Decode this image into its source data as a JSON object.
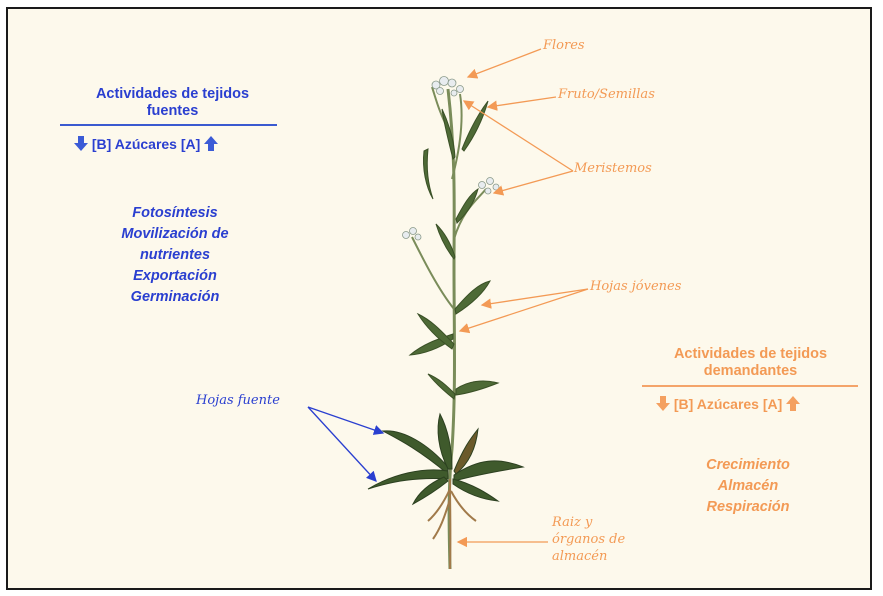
{
  "left_panel": {
    "title_line1": "Actividades de tejidos",
    "title_line2": "fuentes",
    "sugar_b": "[B]",
    "sugar_word": "Azúcares",
    "sugar_a": "[A]",
    "activities": [
      "Fotosíntesis",
      "Movilización de",
      "nutrientes",
      "Exportación",
      "Germinación"
    ],
    "color": "#2a3fd0"
  },
  "right_panel": {
    "title_line1": "Actividades de tejidos",
    "title_line2": "demandantes",
    "sugar_b": "[B]",
    "sugar_word": "Azúcares",
    "sugar_a": "[A]",
    "activities": [
      "Crecimiento",
      "Almacén",
      "Respiración"
    ],
    "color": "#f39a55"
  },
  "labels": {
    "flores": "Flores",
    "fruto": "Fruto/Semillas",
    "meristemos": "Meristemos",
    "hojas_jovenes": "Hojas jóvenes",
    "hojas_fuente": "Hojas fuente",
    "raiz_line1": "Raiz y",
    "raiz_line2": "órganos de",
    "raiz_line3": "almacén"
  },
  "icons": {
    "down": "down-arrow-icon",
    "up": "up-arrow-icon"
  }
}
